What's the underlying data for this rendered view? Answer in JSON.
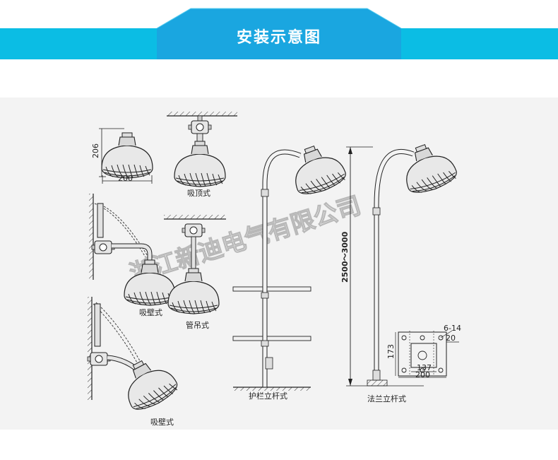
{
  "header": {
    "title": "安装示意图",
    "bar_color": "#0bbde4",
    "tab_color": "#1aa6e0"
  },
  "watermark": "浙江新迪电气有限公司",
  "labels": {
    "ceiling": "吸顶式",
    "wall_upper": "吸壁式",
    "pipe": "管吊式",
    "wall_lower": "吸壁式",
    "rail_pole": "护栏立杆式",
    "flange_pole": "法兰立杆式"
  },
  "dimensions": {
    "lamp_height": "206",
    "lamp_width": "200",
    "pole_height": "2500～3000",
    "flange_holes": "6-14",
    "flange_thickness": "20",
    "flange_side": "173",
    "flange_inner": "137",
    "flange_width": "200"
  }
}
